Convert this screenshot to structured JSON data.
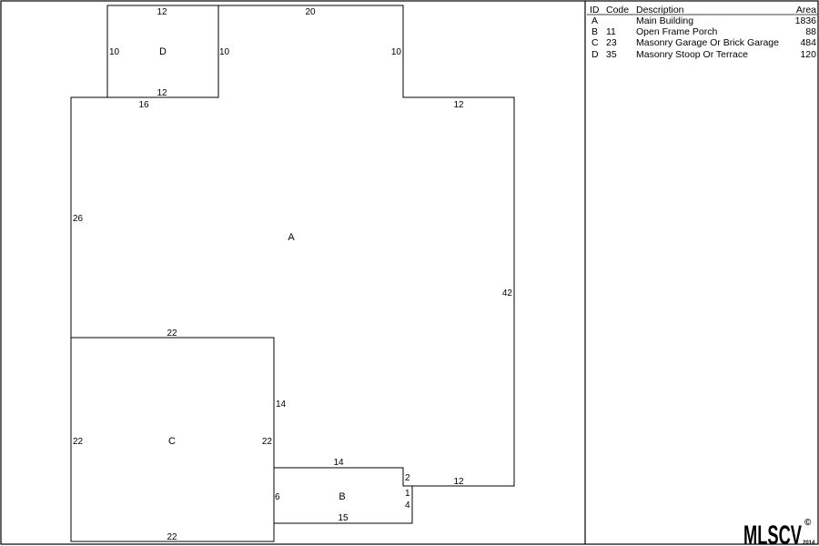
{
  "sketch": {
    "areas": [
      {
        "id": "A",
        "dimensions": [
          "16",
          "26",
          "22",
          "14",
          "14",
          "2",
          "12",
          "42",
          "12",
          "10",
          "20",
          "10"
        ]
      },
      {
        "id": "B",
        "dimensions": [
          "6",
          "15",
          "4",
          "1"
        ]
      },
      {
        "id": "C",
        "dimensions": [
          "22",
          "22",
          "22",
          "22"
        ]
      },
      {
        "id": "D",
        "dimensions": [
          "12",
          "10",
          "12",
          "10"
        ]
      }
    ]
  },
  "table": {
    "headers": {
      "id": "ID",
      "code": "Code",
      "description": "Description",
      "area": "Area"
    },
    "rows": [
      {
        "id": "A",
        "code": "",
        "description": "Main Building",
        "area": "1836"
      },
      {
        "id": "B",
        "code": "11",
        "description": "Open Frame Porch",
        "area": "88"
      },
      {
        "id": "C",
        "code": "23",
        "description": "Masonry Garage Or Brick Garage",
        "area": "484"
      },
      {
        "id": "D",
        "code": "35",
        "description": "Masonry Stoop Or Terrace",
        "area": "120"
      }
    ]
  },
  "logo": {
    "text": "MLSCV",
    "copyright": "©",
    "year": "2014"
  }
}
